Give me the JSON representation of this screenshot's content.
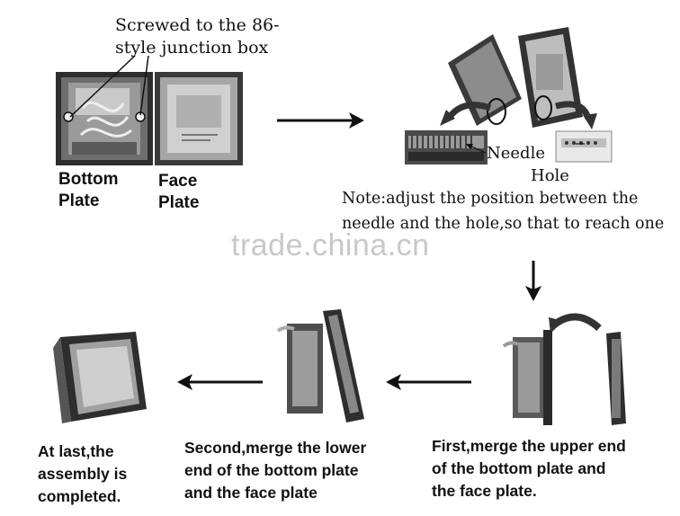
{
  "top": {
    "screw_label_line1": "Screwed to the 86-",
    "screw_label_line2": "style junction box",
    "bottom_plate_line1": "Bottom",
    "bottom_plate_line2": "Plate",
    "face_plate_line1": "Face",
    "face_plate_line2": "Plate"
  },
  "detail": {
    "needle_label": "Needle",
    "hole_label": "Hole",
    "note_line1": "Note:adjust the position between the",
    "note_line2": "needle and the hole,so that to reach one"
  },
  "watermark": "trade.china.cn",
  "steps": {
    "first": [
      "First,merge the upper end",
      "of the bottom plate and",
      "the face plate."
    ],
    "second": [
      "Second,merge the lower",
      "end of the bottom plate",
      "and the face plate"
    ],
    "last": [
      "At last,the",
      "assembly is",
      "completed."
    ]
  },
  "colors": {
    "ink": "#111111",
    "watermark": "#c8c8c8",
    "plate_dark": "#3a3a3a",
    "plate_mid": "#8a8a8a",
    "plate_light": "#d6d6d6"
  }
}
